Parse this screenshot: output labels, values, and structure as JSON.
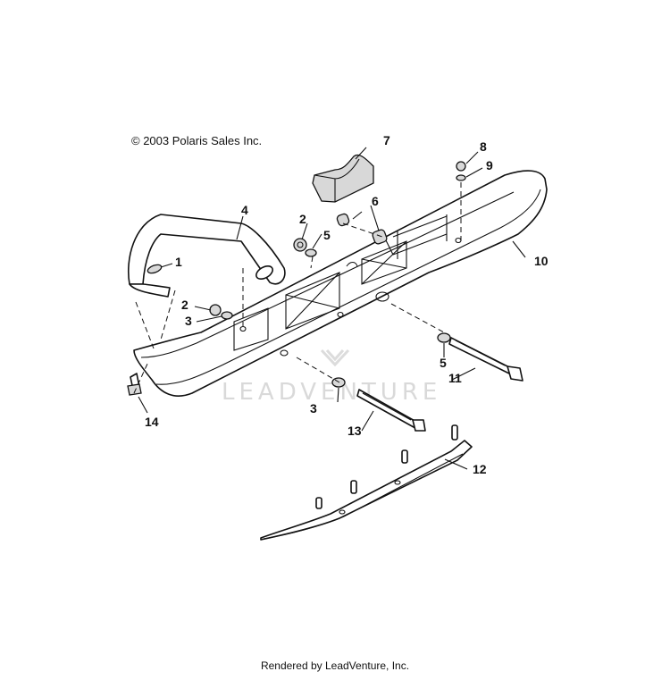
{
  "copyright": "© 2003 Polaris Sales Inc.",
  "footer": "Rendered by LeadVenture, Inc.",
  "watermark": "LEADVENTURE",
  "callouts": {
    "c1": "1",
    "c2a": "2",
    "c2b": "2",
    "c3a": "3",
    "c3b": "3",
    "c4": "4",
    "c5a": "5",
    "c5b": "5",
    "c6": "6",
    "c7": "7",
    "c8": "8",
    "c9": "9",
    "c10": "10",
    "c11": "11",
    "c12": "12",
    "c13": "13",
    "c14": "14"
  }
}
